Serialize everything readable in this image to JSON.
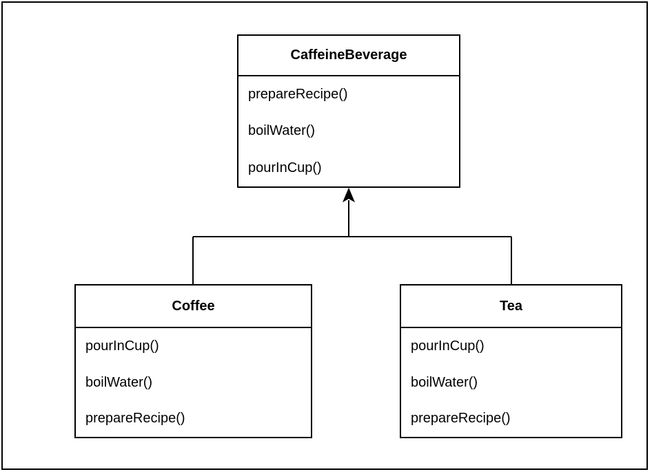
{
  "diagram": {
    "type": "uml-class-diagram",
    "colors": {
      "line": "#000000",
      "background": "#ffffff",
      "text": "#000000"
    },
    "classes": [
      {
        "name": "CaffeineBeverage",
        "role": "parent",
        "methods": [
          "prepareRecipe()",
          "boilWater()",
          "pourInCup()"
        ]
      },
      {
        "name": "Coffee",
        "role": "subclass",
        "methods": [
          "pourInCup()",
          "boilWater()",
          "prepareRecipe()"
        ]
      },
      {
        "name": "Tea",
        "role": "subclass",
        "methods": [
          "pourInCup()",
          "boilWater()",
          "prepareRecipe()"
        ]
      }
    ],
    "relationships": [
      {
        "type": "inheritance",
        "from": [
          "Coffee",
          "Tea"
        ],
        "to": "CaffeineBeverage",
        "arrow_style": "filled-triangle-up"
      }
    ]
  }
}
